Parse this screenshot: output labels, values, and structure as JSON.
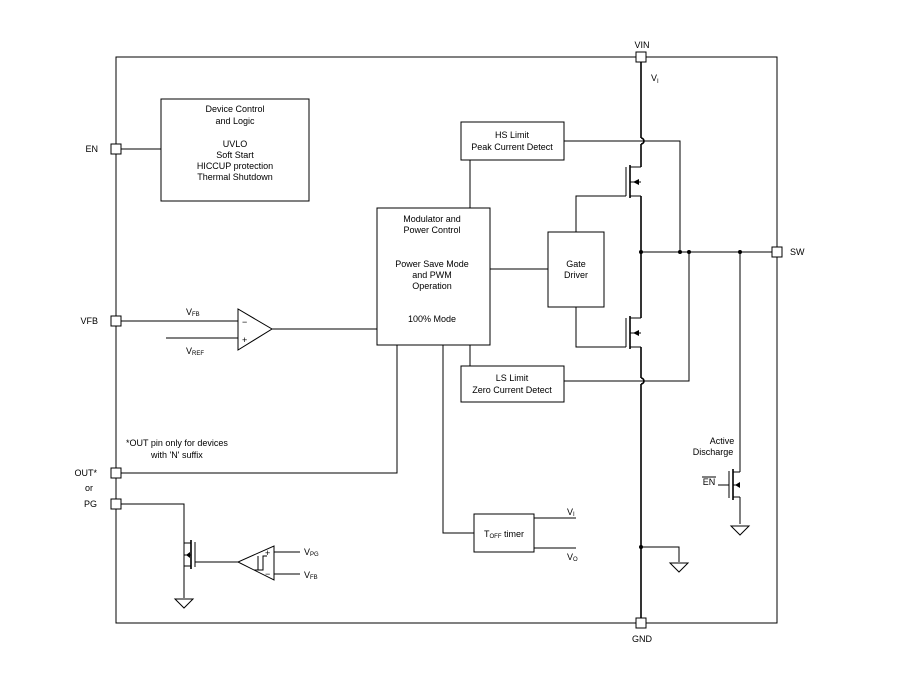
{
  "pins": {
    "vin": "VIN",
    "en": "EN",
    "vfb": "VFB",
    "out": "OUT*",
    "or": "or",
    "pg": "PG",
    "sw": "SW",
    "gnd": "GND"
  },
  "signals": {
    "vi": "V",
    "vi_sub": "I",
    "vfb_in": "V",
    "vfb_in_sub": "FB",
    "vref": "V",
    "vref_sub": "REF",
    "vpg": "V",
    "vpg_sub": "PG",
    "vfb2": "V",
    "vfb2_sub": "FB",
    "toff_vi": "V",
    "toff_vi_sub": "I",
    "toff_vo": "V",
    "toff_vo_sub": "O"
  },
  "blocks": {
    "device_control": {
      "lines": [
        "Device Control",
        "and Logic",
        "",
        "UVLO",
        "Soft Start",
        "HICCUP protection",
        "Thermal Shutdown"
      ]
    },
    "hs_limit": {
      "lines": [
        "HS Limit",
        "Peak Current Detect"
      ]
    },
    "ls_limit": {
      "lines": [
        "LS Limit",
        "Zero Current Detect"
      ]
    },
    "modulator": {
      "lines": [
        "Modulator and",
        "Power Control",
        "",
        "Power Save Mode",
        "and PWM",
        "Operation",
        "",
        "100% Mode"
      ]
    },
    "gate_driver": {
      "lines": [
        "Gate",
        "Driver"
      ]
    },
    "toff_timer": {
      "label": "T",
      "label_sub": "OFF",
      "label_rest": " timer"
    },
    "active_discharge": {
      "lines": [
        "Active",
        "Discharge"
      ]
    },
    "active_discharge_en": "EN"
  },
  "comparator": {
    "minus": "−",
    "plus": "+"
  },
  "pg_comparator": {
    "plus": "+",
    "minus": "−"
  },
  "note": {
    "lines": [
      "*OUT pin only for devices",
      "with 'N' suffix"
    ]
  }
}
